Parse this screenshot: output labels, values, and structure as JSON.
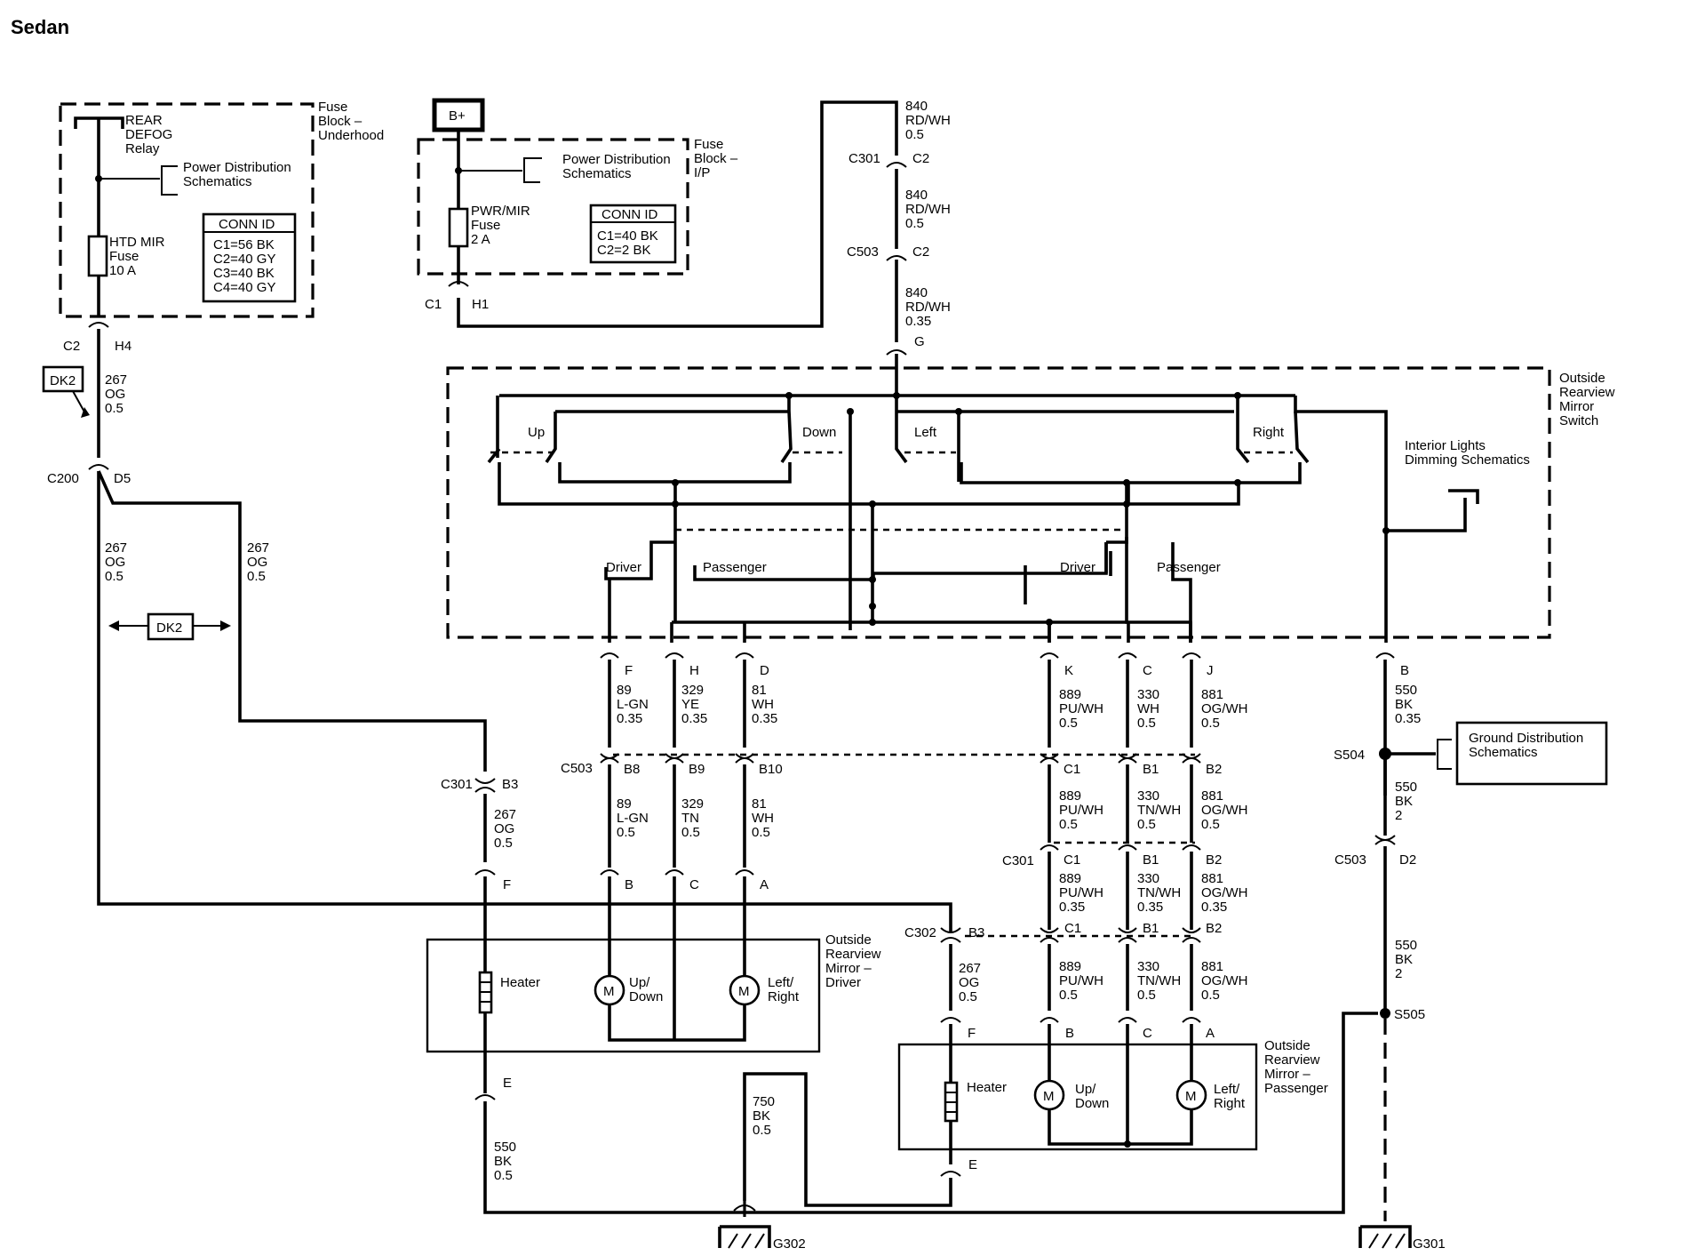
{
  "title": "Sedan",
  "badges": {
    "bplus": "B+",
    "dk2_top": "DK2",
    "dk2_mid": "DK2"
  },
  "fuse_underhood": {
    "block": [
      "Fuse",
      "Block –",
      "Underhood"
    ],
    "relay": [
      "REAR",
      "DEFOG",
      "Relay"
    ],
    "ref": [
      "Power Distribution",
      "Schematics"
    ],
    "fuse": [
      "HTD MIR",
      "Fuse",
      "10 A"
    ],
    "conn_title": "CONN ID",
    "conn": [
      "C1=56 BK",
      "C2=40 GY",
      "C3=40 BK",
      "C4=40 GY"
    ]
  },
  "fuse_ip": {
    "block": [
      "Fuse",
      "Block –",
      "I/P"
    ],
    "ref": [
      "Power Distribution",
      "Schematics"
    ],
    "fuse": [
      "PWR/MIR",
      "Fuse",
      "2 A"
    ],
    "conn_title": "CONN ID",
    "conn": [
      "C1=40 BK",
      "C2=2 BK"
    ]
  },
  "switch": {
    "name": [
      "Outside",
      "Rearview",
      "Mirror",
      "Switch"
    ],
    "up": "Up",
    "down": "Down",
    "left": "Left",
    "right": "Right",
    "driver": "Driver",
    "passenger": "Passenger",
    "dimming": [
      "Interior Lights",
      "Dimming Schematics"
    ]
  },
  "ground_ref": [
    "Ground Distribution",
    "Schematics"
  ],
  "mirror_driver": {
    "name": [
      "Outside",
      "Rearview",
      "Mirror –",
      "Driver"
    ],
    "heater": "Heater",
    "motor": "M",
    "updown": [
      "Up/",
      "Down"
    ],
    "leftright": [
      "Left/",
      "Right"
    ]
  },
  "mirror_passenger": {
    "name": [
      "Outside",
      "Rearview",
      "Mirror –",
      "Passenger"
    ],
    "heater": "Heater",
    "motor": "M",
    "updown": [
      "Up/",
      "Down"
    ],
    "leftright": [
      "Left/",
      "Right"
    ]
  },
  "wires": {
    "w840a": [
      "840",
      "RD/WH",
      "0.5"
    ],
    "w840b": [
      "840",
      "RD/WH",
      "0.5"
    ],
    "w840c": [
      "840",
      "RD/WH",
      "0.35"
    ],
    "w267a": [
      "267",
      "OG",
      "0.5"
    ],
    "w267b": [
      "267",
      "OG",
      "0.5"
    ],
    "w267c": [
      "267",
      "OG",
      "0.5"
    ],
    "w267d": [
      "267",
      "OG",
      "0.5"
    ],
    "w267e": [
      "267",
      "OG",
      "0.5"
    ],
    "w89a": [
      "89",
      "L-GN",
      "0.35"
    ],
    "w329a": [
      "329",
      "YE",
      "0.35"
    ],
    "w81a": [
      "81",
      "WH",
      "0.35"
    ],
    "w889a": [
      "889",
      "PU/WH",
      "0.5"
    ],
    "w330a": [
      "330",
      "WH",
      "0.5"
    ],
    "w881a": [
      "881",
      "OG/WH",
      "0.5"
    ],
    "w550a": [
      "550",
      "BK",
      "0.35"
    ],
    "w89b": [
      "89",
      "L-GN",
      "0.5"
    ],
    "w329b": [
      "329",
      "TN",
      "0.5"
    ],
    "w81b": [
      "81",
      "WH",
      "0.5"
    ],
    "w889b": [
      "889",
      "PU/WH",
      "0.5"
    ],
    "w330b": [
      "330",
      "TN/WH",
      "0.5"
    ],
    "w881b": [
      "881",
      "OG/WH",
      "0.5"
    ],
    "w550b": [
      "550",
      "BK",
      "2"
    ],
    "w889c": [
      "889",
      "PU/WH",
      "0.35"
    ],
    "w330c": [
      "330",
      "TN/WH",
      "0.35"
    ],
    "w881c": [
      "881",
      "OG/WH",
      "0.35"
    ],
    "w889d": [
      "889",
      "PU/WH",
      "0.5"
    ],
    "w330d": [
      "330",
      "TN/WH",
      "0.5"
    ],
    "w881d": [
      "881",
      "OG/WH",
      "0.5"
    ],
    "w550c": [
      "550",
      "BK",
      "2"
    ],
    "w550d": [
      "550",
      "BK",
      "0.5"
    ],
    "w750": [
      "750",
      "BK",
      "0.5"
    ]
  },
  "connectors": {
    "c2_h4": [
      "C2",
      "H4"
    ],
    "c200_d5": [
      "C200",
      "D5"
    ],
    "c1_h1": [
      "C1",
      "H1"
    ],
    "c301_c2": [
      "C301",
      "C2"
    ],
    "c503_c2": [
      "C503",
      "C2"
    ],
    "g": "G",
    "sw_pins": [
      "F",
      "H",
      "D",
      "K",
      "C",
      "J",
      "B"
    ],
    "c503": "C503",
    "c503_pins": [
      "B8",
      "B9",
      "B10",
      "C1",
      "B1",
      "B2"
    ],
    "c301_b3": [
      "C301",
      "B3"
    ],
    "drv_pins": [
      "F",
      "B",
      "C",
      "A"
    ],
    "drv_e": "E",
    "c301": "C301",
    "c301_pins": [
      "C1",
      "B1",
      "B2"
    ],
    "c302_b3": [
      "C302",
      "B3"
    ],
    "c302_pins": [
      "C1",
      "B1",
      "B2"
    ],
    "pass_pins": [
      "F",
      "B",
      "C",
      "A"
    ],
    "pass_e": "E",
    "c503_d2": [
      "C503",
      "D2"
    ],
    "s504": "S504",
    "s505": "S505",
    "g302": "G302",
    "g301": "G301"
  }
}
